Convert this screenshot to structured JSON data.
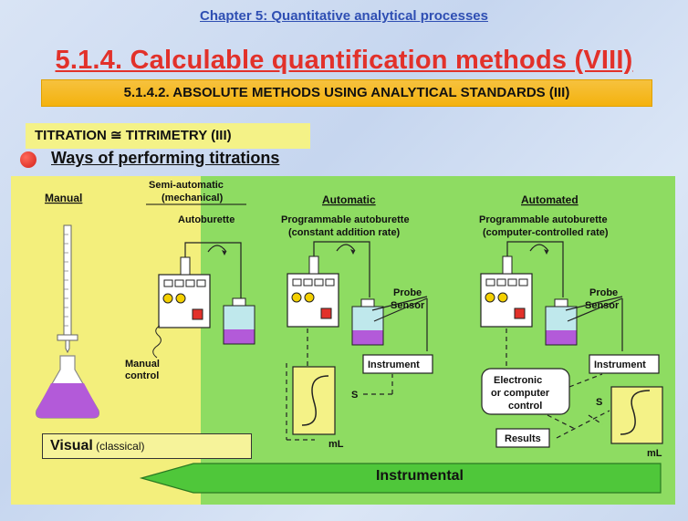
{
  "header": {
    "chapter": "Chapter 5: Quantitative analytical processes",
    "title": "5.1.4. Calculable quantification methods (VIII)",
    "subtitle": "5.1.4.2. ABSOLUTE METHODS USING ANALYTICAL STANDARDS (III)"
  },
  "section": {
    "titration": "TITRATION  ≅  TITRIMETRY (III)",
    "ways": "Ways of performing titrations"
  },
  "columns": {
    "manual": "Manual",
    "semi_auto_1": "Semi-automatic",
    "semi_auto_2": "(mechanical)",
    "autoburette": "Autoburette",
    "manual_control_1": "Manual",
    "manual_control_2": "control",
    "automatic": "Automatic",
    "automatic_desc_1": "Programmable autoburette",
    "automatic_desc_2": "(constant addition rate)",
    "automated": "Automated",
    "automated_desc_1": "Programmable autoburette",
    "automated_desc_2": "(computer-controlled rate)"
  },
  "labels": {
    "probe": "Probe",
    "sensor": "Sensor",
    "instrument": "Instrument",
    "s": "S",
    "ml": "mL",
    "electronic_1": "Electronic",
    "electronic_2": "or computer",
    "electronic_3": "control",
    "results": "Results"
  },
  "footer": {
    "visual_bold": "Visual",
    "visual_rest": " (classical)",
    "instrumental": "Instrumental"
  },
  "colors": {
    "title_red": "#e2312a",
    "chapter_blue": "#2f4fb3",
    "yellow": "#f3ef7c",
    "green": "#8edc62",
    "liquid": "#b35ad9"
  }
}
